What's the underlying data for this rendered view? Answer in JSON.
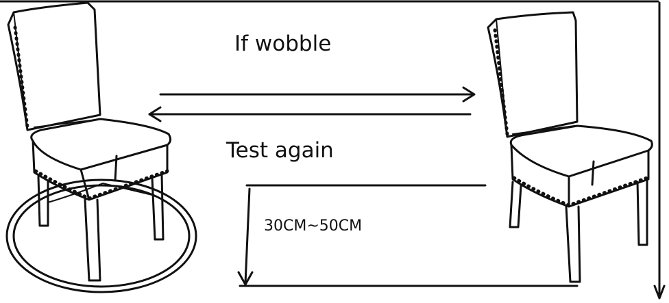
{
  "labels": {
    "wobble": "If wobble",
    "test_again": "Test again",
    "drop_height": "30CM~50CM"
  },
  "colors": {
    "ink": "#111111",
    "background": "#ffffff"
  },
  "icons": {
    "chair_left": "chair-on-mat-icon",
    "chair_right": "chair-icon",
    "arrows": "arrow-icon"
  }
}
